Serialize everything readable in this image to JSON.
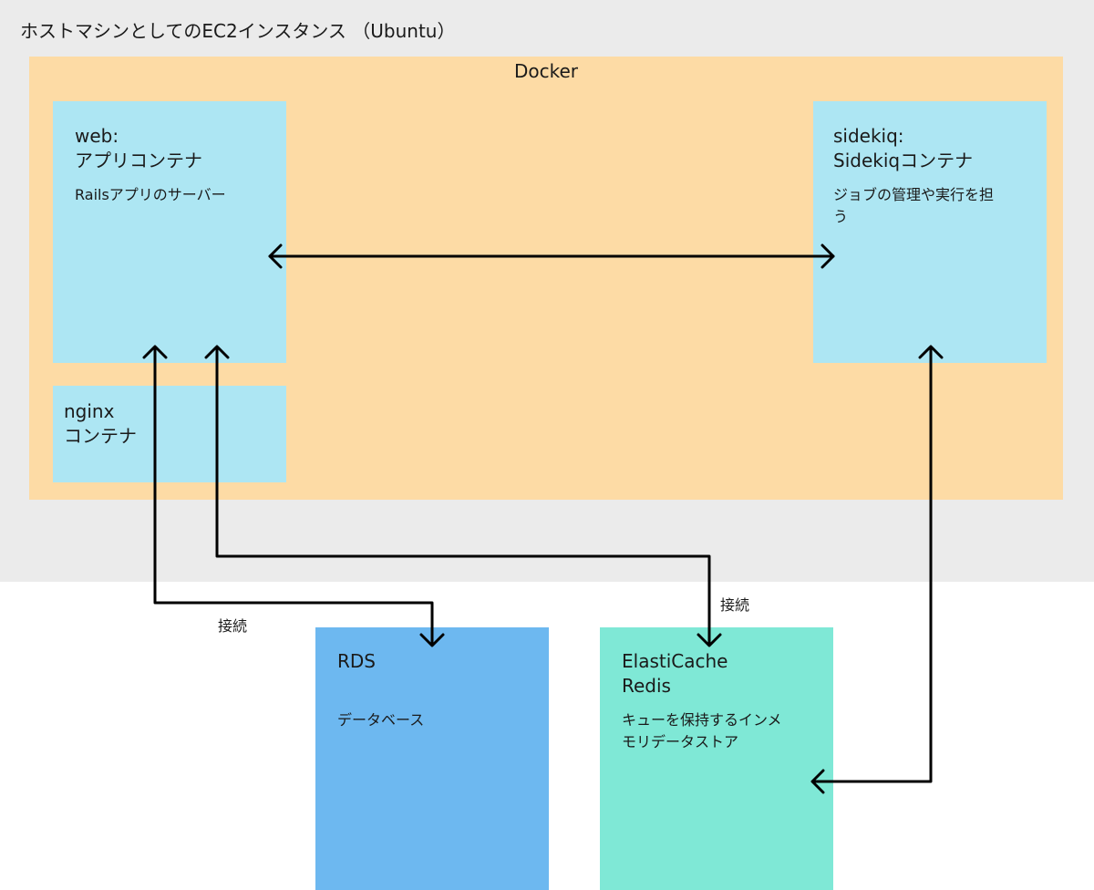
{
  "host": {
    "title": "ホストマシンとしてのEC2インスタンス （Ubuntu）"
  },
  "docker": {
    "title": "Docker"
  },
  "web": {
    "line1": "web:",
    "line2": "アプリコンテナ",
    "desc": "Railsアプリのサーバー"
  },
  "nginx": {
    "line1": "nginx",
    "line2": "コンテナ"
  },
  "sidekiq": {
    "line1": "sidekiq:",
    "line2": "Sidekiqコンテナ",
    "desc_line1": "ジョブの管理や実行を担",
    "desc_line2": "う"
  },
  "rds": {
    "title": "RDS",
    "desc": "データベース"
  },
  "redis": {
    "line1": "ElastiCache",
    "line2": "Redis",
    "desc_line1": "キューを保持するインメ",
    "desc_line2": "モリデータストア"
  },
  "edges": {
    "rds_label": "接続",
    "redis_label": "接続"
  }
}
